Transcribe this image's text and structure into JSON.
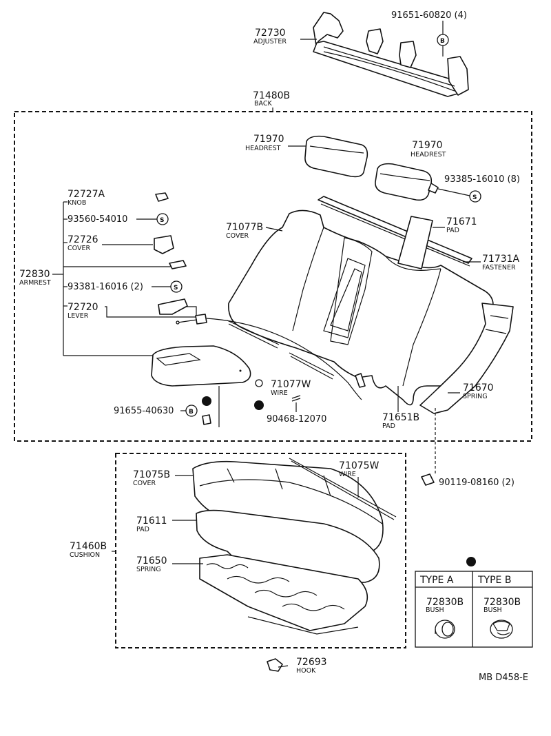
{
  "parts": {
    "adjuster": {
      "num": "72730",
      "name": "ADJUSTER"
    },
    "bolt_top": {
      "num": "91651-60820 (4)",
      "symbol": "B"
    },
    "back": {
      "num": "71480B",
      "name": "BACK"
    },
    "headrest_l": {
      "num": "71970",
      "name": "HEADREST"
    },
    "headrest_r": {
      "num": "71970",
      "name": "HEADREST"
    },
    "screw_headrest": {
      "num": "93385-16010 (8)",
      "symbol": "S"
    },
    "knob": {
      "num": "72727A",
      "name": "KNOB"
    },
    "screw_93560": {
      "num": "93560-54010",
      "symbol": "S"
    },
    "cover_arm": {
      "num": "72726",
      "name": "COVER"
    },
    "armrest": {
      "num": "72830",
      "name": "ARMREST"
    },
    "screw_93381": {
      "num": "93381-16016 (2)",
      "symbol": "S"
    },
    "lever": {
      "num": "72720",
      "name": "LEVER"
    },
    "back_cover": {
      "num": "71077B",
      "name": "COVER"
    },
    "pad_71671": {
      "num": "71671",
      "name": "PAD"
    },
    "fastener": {
      "num": "71731A",
      "name": "FASTENER"
    },
    "wire_71077": {
      "num": "71077W",
      "name": "WIRE"
    },
    "spring_71670": {
      "num": "71670",
      "name": "SPRING"
    },
    "pad_71651": {
      "num": "71651B",
      "name": "PAD"
    },
    "bolt_91655": {
      "num": "91655-40630",
      "symbol": "B"
    },
    "clip_90468": {
      "num": "90468-12070"
    },
    "bolt_90119": {
      "num": "90119-08160 (2)"
    },
    "cushion_cover": {
      "num": "71075B",
      "name": "COVER"
    },
    "cushion_wire": {
      "num": "71075W",
      "name": "WIRE"
    },
    "cushion_pad": {
      "num": "71611",
      "name": "PAD"
    },
    "cushion": {
      "num": "71460B",
      "name": "CUSHION"
    },
    "cushion_spring": {
      "num": "71650",
      "name": "SPRING"
    },
    "hook": {
      "num": "72693",
      "name": "HOOK"
    }
  },
  "type_table": {
    "col_a": "TYPE A",
    "col_b": "TYPE B",
    "a_num": "72830B",
    "a_name": "BUSH",
    "b_num": "72830B",
    "b_name": "BUSH"
  },
  "figure_code": "MB D458-E"
}
